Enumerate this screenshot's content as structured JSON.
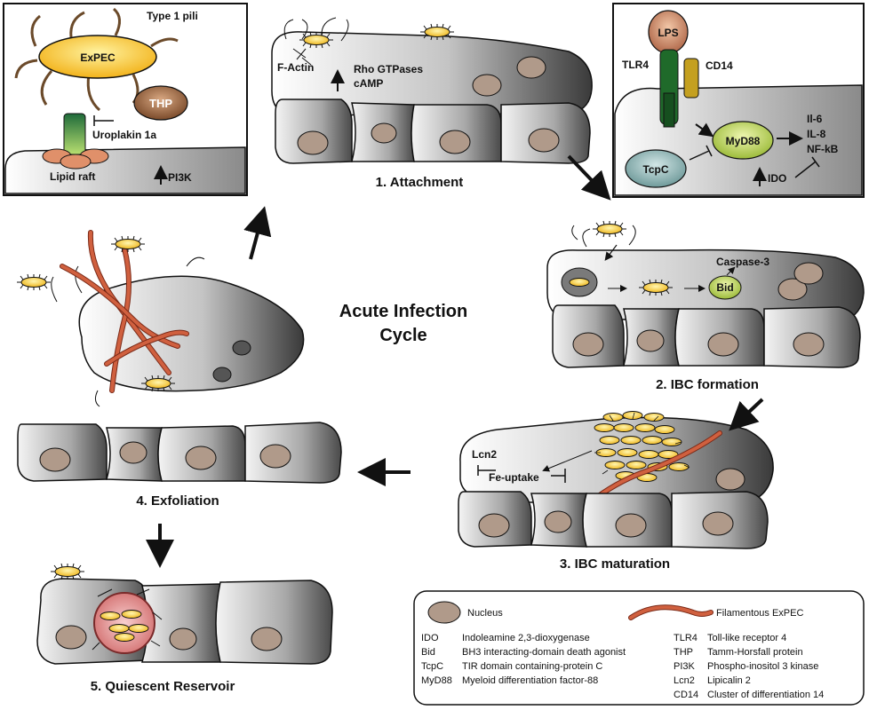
{
  "center_title": [
    "Acute Infection",
    "Cycle"
  ],
  "stages": {
    "s1": "1. Attachment",
    "s2": "2. IBC formation",
    "s3": "3. IBC maturation",
    "s4": "4. Exfoliation",
    "s5": "5. Quiescent Reservoir"
  },
  "inset_left": {
    "type1_pili": "Type 1 pili",
    "expec": "ExPEC",
    "thp": "THP",
    "uroplakin": "Uroplakin 1a",
    "lipid_raft": "Lipid raft",
    "pi3k": "PI3K"
  },
  "inset_right": {
    "lps": "LPS",
    "tlr4": "TLR4",
    "cd14": "CD14",
    "myd88": "MyD88",
    "il6": "Il-6",
    "il8": "IL-8",
    "nfkb": "NF-kB",
    "tcpc": "TcpC",
    "ido": "IDO"
  },
  "stage1_labels": {
    "factin": "F-Actin",
    "rho": "Rho GTPases",
    "camp": "cAMP"
  },
  "stage2_labels": {
    "caspase": "Caspase-3",
    "bid": "Bid"
  },
  "stage3_labels": {
    "lcn2": "Lcn2",
    "fe": "Fe-uptake"
  },
  "legend": {
    "nucleus": "Nucleus",
    "filamentous": "Filamentous ExPEC",
    "left": [
      {
        "abbr": "IDO",
        "def": "Indoleamine 2,3-dioxygenase"
      },
      {
        "abbr": "Bid",
        "def": "BH3 interacting-domain death agonist"
      },
      {
        "abbr": "TcpC",
        "def": "TIR domain containing-protein C"
      },
      {
        "abbr": "MyD88",
        "def": "Myeloid differentiation factor-88"
      }
    ],
    "right": [
      {
        "abbr": "TLR4",
        "def": "Toll-like receptor 4"
      },
      {
        "abbr": "THP",
        "def": "Tamm-Horsfall protein"
      },
      {
        "abbr": "PI3K",
        "def": "Phospho-inositol 3 kinase"
      },
      {
        "abbr": "Lcn2",
        "def": "Lipicalin 2"
      },
      {
        "abbr": "CD14",
        "def": "Cluster of differentiation 14"
      }
    ]
  },
  "colors": {
    "bacteria": "#f2c530",
    "nucleus": "#b09a8a",
    "filament": "#c7543a",
    "myd88": "#b8cf63",
    "tcpc": "#8fb5b5",
    "thp": "#9a6a46"
  }
}
